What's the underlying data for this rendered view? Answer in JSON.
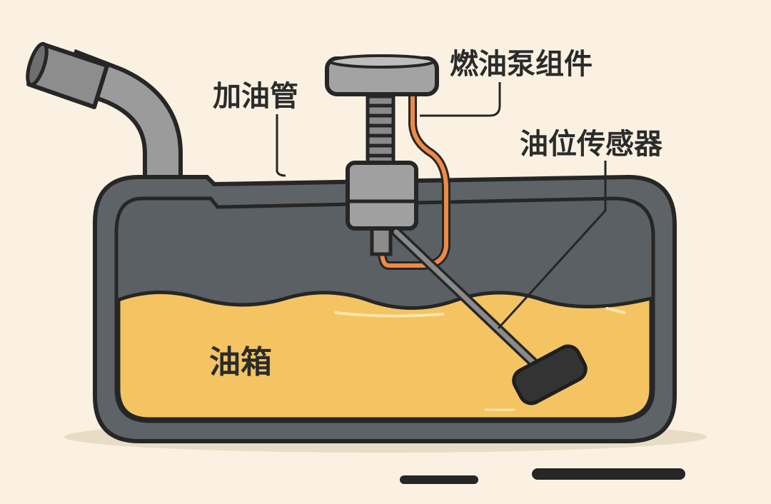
{
  "labels": {
    "filler_pipe": "加油管",
    "fuel_pump_assembly": "燃油泵组件",
    "fuel_level_sensor": "油位传感器",
    "fuel_tank": "油箱"
  },
  "colors": {
    "background": "#fbf1e2",
    "tank_shell": "#5d6367",
    "fuel": "#f4c462",
    "metal": "#9a9a9a",
    "fuel_line": "#ef8a45",
    "outline": "#262626"
  }
}
